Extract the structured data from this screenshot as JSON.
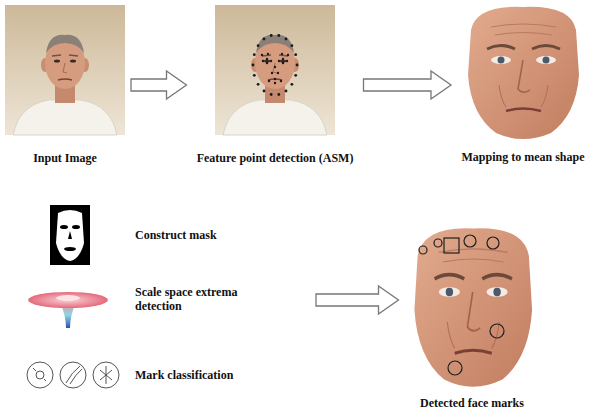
{
  "diagram": {
    "nodes": [
      {
        "text": [
          "Input Image"
        ]
      },
      {
        "text": [
          "Feature point detection (ASM)"
        ]
      },
      {
        "text": [
          "Mapping to mean shape"
        ]
      },
      {
        "text": [
          "Construct mask",
          "Scale space extrema detection",
          "Mark classification"
        ]
      },
      {
        "text": [
          "Detected face marks"
        ]
      }
    ],
    "edges": [
      {
        "from": 0,
        "to": 1,
        "arrow": "to"
      },
      {
        "from": 1,
        "to": 2,
        "arrow": "to"
      },
      {
        "from": 3,
        "to": 4,
        "arrow": "to"
      }
    ]
  }
}
